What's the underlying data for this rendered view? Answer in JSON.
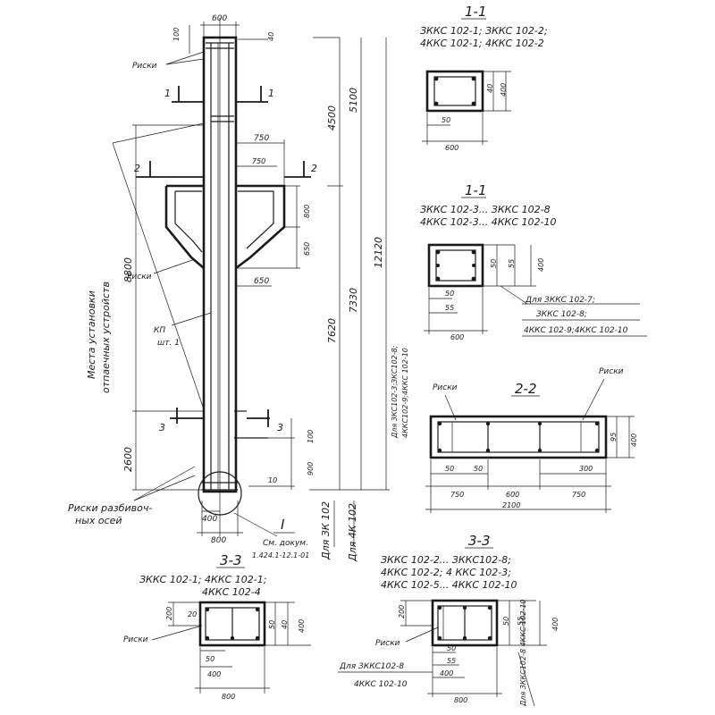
{
  "main_view": {
    "dims": {
      "top_width": "600",
      "top_cap": "100",
      "top_side": "40",
      "arm_outer": "750",
      "arm_inner": "750",
      "arm_height": "800",
      "arm_taper": "650",
      "lower_arm": "650",
      "left_span": "8800",
      "bottom_span": "2600",
      "bottom_100": "100",
      "bottom_900": "900",
      "bottom_10": "10",
      "base_400": "400",
      "base_800": "800"
    },
    "right_dims": {
      "d4500": "4500",
      "d5100": "5100",
      "d12120": "12120",
      "d7620": "7620",
      "d7330": "7330"
    },
    "labels": {
      "riski_top": "Риски",
      "riski_mid": "Риски",
      "kp": "КП",
      "kp_count": "шт. 1",
      "mounting_line1": "Места установки",
      "mounting_line2": "отпаечных устройств",
      "riski_bottom_line1": "Риски разбивоч-",
      "riski_bottom_line2": "ных осей",
      "roman_one": "I",
      "see_doc_line1": "См. докум.",
      "see_doc_line2": "1.424.1-12.1-01",
      "for_3k": "Для ЗК 102",
      "for_4k": "Для 4К 102",
      "for_series_line1": "Для ЗКС102-3;ЗКС102-8;",
      "for_series_line2": "4ККС102-9;4ККС 102-10"
    },
    "cuts": {
      "c1a": "1",
      "c1b": "1",
      "c2a": "2",
      "c2b": "2",
      "c3a": "3",
      "c3b": "3"
    }
  },
  "section_1_1_a": {
    "title": "1-1",
    "subtitle_line1": "ЗККС 102-1; ЗККС 102-2;",
    "subtitle_line2": "4ККС 102-1; 4ККС 102-2",
    "dims": {
      "d40": "40",
      "d400": "400",
      "d50": "50",
      "d600": "600"
    }
  },
  "section_1_1_b": {
    "title": "1-1",
    "subtitle_line1": "ЗККС 102-3... ЗККС 102-8",
    "subtitle_line2": "4ККС 102-3... 4ККС 102-10",
    "dims": {
      "d50a": "50",
      "d55": "55",
      "d400": "400",
      "d50b": "50",
      "d55b": "55",
      "d600": "600"
    },
    "note_line1": "Для ЗККС 102-7;",
    "note_line2": "ЗККС 102-8;",
    "note_line3": "4ККС 102-9;4ККС 102-10"
  },
  "section_2_2": {
    "title": "2-2",
    "riski_left": "Риски",
    "riski_right": "Риски",
    "dims": {
      "d95": "95",
      "d400": "400",
      "d50a": "50",
      "d50b": "50",
      "d300": "300",
      "d750a": "750",
      "d600": "600",
      "d750b": "750",
      "d2100": "2100"
    }
  },
  "section_3_3_a": {
    "title": "3-3",
    "subtitle_line1": "ЗККС 102-1; 4ККС 102-1;",
    "subtitle_line2": "4ККС 102-4",
    "riski": "Риски",
    "dims": {
      "d200": "200",
      "d20": "20",
      "d50": "50",
      "d400": "400",
      "d800": "800",
      "d50b": "50",
      "d40": "40",
      "d400r": "400"
    }
  },
  "section_3_3_b": {
    "title": "3-3",
    "subtitle_line1": "ЗККС 102-2... ЗККС102-8;",
    "subtitle_line2": "4ККС 102-2; 4 ККС 102-3;",
    "subtitle_line3": "4ККС 102-5... 4ККС 102-10",
    "riski": "Риски",
    "note_line1": "Для ЗККС102-8",
    "note_line2": "4ККС 102-10",
    "vert_note": "Для ЗККС102-8 4ККС 102-10",
    "dims": {
      "d200": "200",
      "d50": "50",
      "d55": "55",
      "d400": "400",
      "d800": "800",
      "d50r": "50",
      "d55r": "55",
      "d400r": "400"
    }
  }
}
